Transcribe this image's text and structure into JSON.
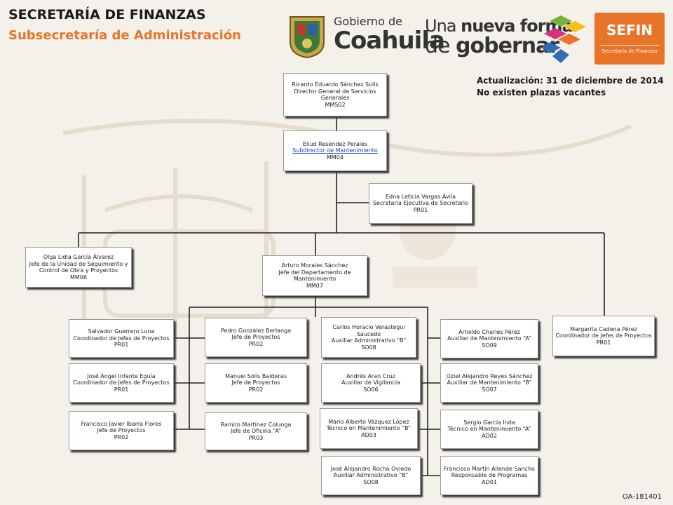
{
  "header": {
    "title": "SECRETARÍA DE FINANZAS",
    "subtitle": "Subsecretaría de Administración"
  },
  "logos": {
    "gobierno_de": "Gobierno de",
    "coahuila": "Coahuila",
    "slogan_line1_a": "Una",
    "slogan_line1_b": "nueva forma",
    "slogan_line2_a": "de",
    "slogan_line2_b": "gobernar",
    "sefin": "SEFIN",
    "sefin_sub": "Secretaría de Finanzas",
    "brand_colors": {
      "orange": "#e8742a",
      "yellow": "#f2c21b",
      "green": "#7bb23a",
      "pink": "#d6337f",
      "blue": "#2f6db5"
    }
  },
  "notes": {
    "update": "Actualización: 31  de diciembre de 2014",
    "vacancies": "No existen plazas vacantes"
  },
  "doc_code": "OA-181401",
  "org": {
    "director": {
      "name": "Ricardo Eduardo Sánchez Solís",
      "title": "Director General de Servicios Generales",
      "code": "MMS02"
    },
    "subdirector": {
      "name": "Eliud Resendez Perales",
      "title": "Subdirector de Mantenimiento",
      "code": "MM04"
    },
    "secretary": {
      "name": "Edna Leticia Vargas Ávila",
      "title": "Secretaria Ejecutiva de Secretario",
      "code": "PR01"
    },
    "olga": {
      "name": "Olga Lidia García Álvarez",
      "title1": "Jefe de la Unidad de Seguimiento y",
      "title2": "Control de Obra y Proyectos",
      "code": "MM06"
    },
    "arturo": {
      "name": "Arturo Morales Sánchez",
      "title": "Jefe del Departamento de Mantenimiento",
      "code": "MM07"
    },
    "margarita": {
      "name": "Margarita Cadena Pérez",
      "title": "Coordinador de Jefes de Proyectos",
      "code": "PR01"
    },
    "salvador": {
      "name": "Salvador Guerrero Luna",
      "title": "Coordinador de Jefes de Proyectos",
      "code": "PR01"
    },
    "jose_angel": {
      "name": "José Ángel Infante Eguía",
      "title": "Coordinador de Jefes de Proyectos",
      "code": "PR01"
    },
    "francisco_ibarra": {
      "name": "Francisco Javier Ibarra Flores",
      "title": "Jefe de Proyectos",
      "code": "PR02"
    },
    "pedro": {
      "name": "Pedro González Berlanga",
      "title": "Jefe de Proyectos",
      "code": "PR02"
    },
    "manuel": {
      "name": "Manuel Solís Balderas",
      "title": "Jefe de Proyectos",
      "code": "PR02"
    },
    "ramiro": {
      "name": "Ramiro Martínez Colunga",
      "title": "Jefe de Oficina  “A”",
      "code": "PR03"
    },
    "carlos": {
      "name1": "Carlos Horacio Verastegui",
      "name2": "Saucedo",
      "title": "Auxiliar Administrativo  “B”",
      "code": "SO08"
    },
    "andres": {
      "name": "Andrés Aran Cruz",
      "title": "Auxiliar de Vigilancia",
      "code": "SO06"
    },
    "mario": {
      "name": "Mario Alberto  Vázquez López",
      "title": "Técnico en Mantenimiento  “B”",
      "code": "AD03"
    },
    "jose_alejandro": {
      "name": "José Alejandro Rocha Oviedo",
      "title": "Auxiliar Administrativo  “B”",
      "code": "SO08"
    },
    "arnoldo": {
      "name": "Arnoldo Charles Pérez",
      "title": "Auxiliar de Mantenimiento  “A”",
      "code": "SO09"
    },
    "oziel": {
      "name": "Oziel Alejandro Reyes Sánchez",
      "title": "Auxiliar de Mantenimiento  “B”",
      "code": "SO07"
    },
    "sergio": {
      "name": "Sergio García Inda",
      "title": "Técnico en Mantenimiento  “A”",
      "code": "AD02"
    },
    "francisco_allende": {
      "name": "Francisco Martín Allende Sancho",
      "title": "Responsable de Programas",
      "code": "AD01"
    }
  }
}
